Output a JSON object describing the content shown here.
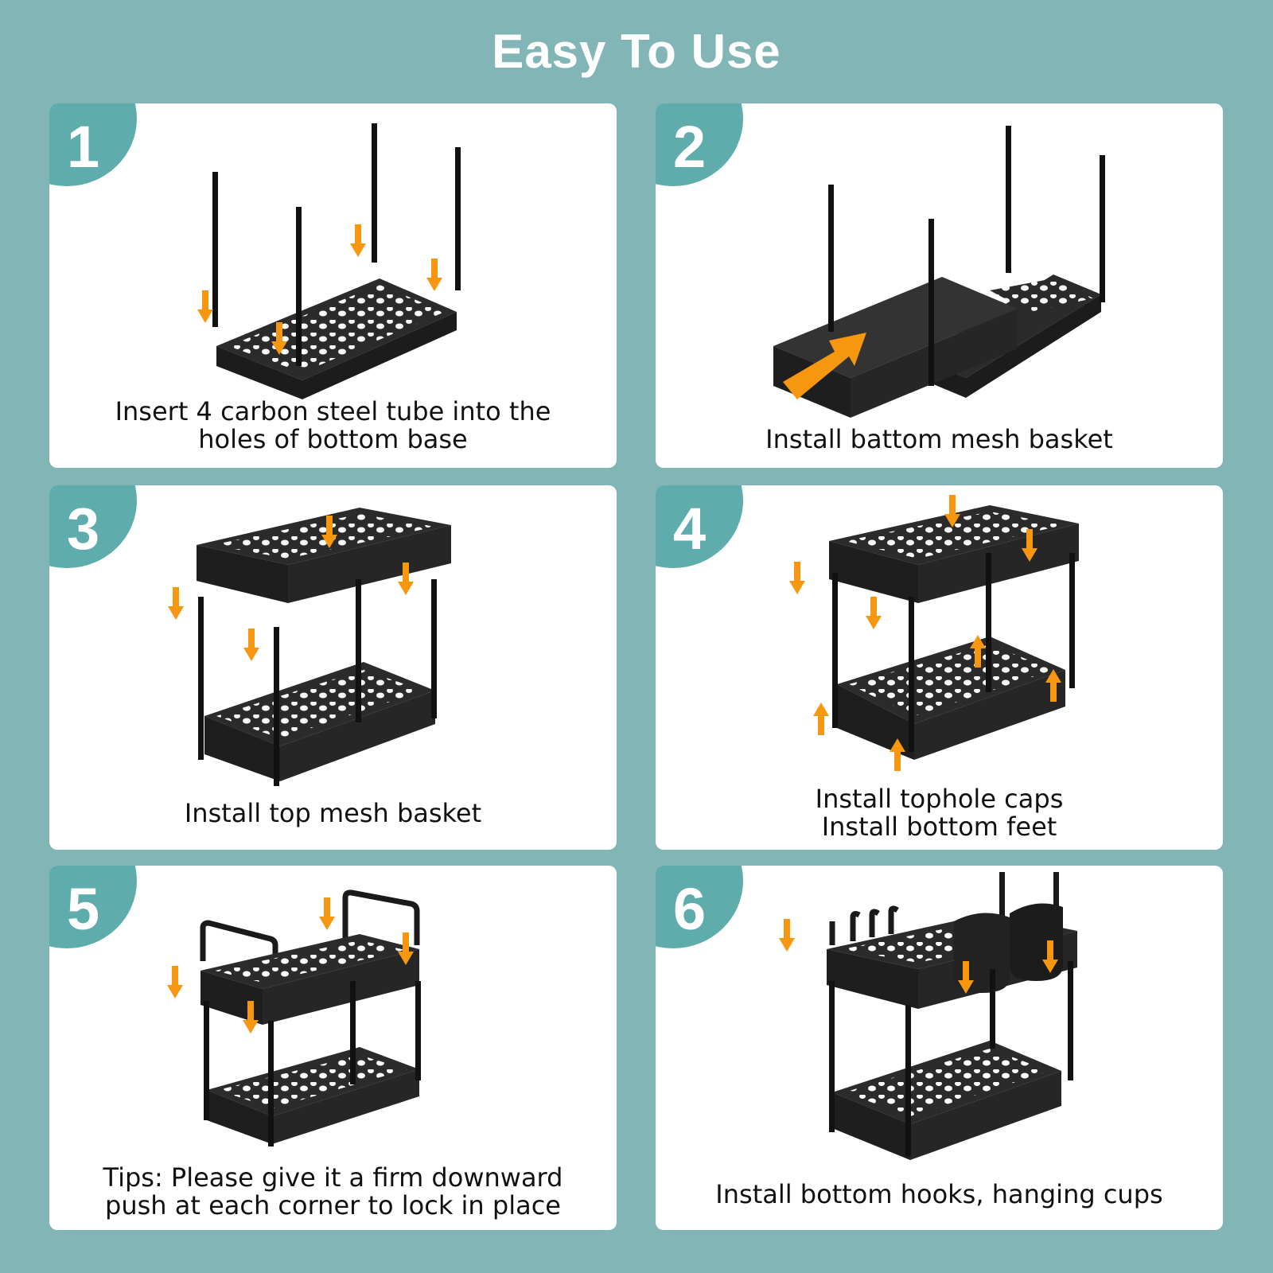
{
  "title": "Easy To Use",
  "icons": [
    "arrow-down-icon",
    "arrow-up-icon",
    "arrow-right-icon"
  ],
  "colors": {
    "background": "#82b6b6",
    "badge": "#5eacac",
    "arrow": "#f7960f",
    "product": "#2b2b2b"
  },
  "steps": [
    {
      "number": "1",
      "caption": [
        "Insert 4 carbon steel tube into the",
        "holes of bottom base"
      ]
    },
    {
      "number": "2",
      "caption": [
        "Install battom mesh basket"
      ]
    },
    {
      "number": "3",
      "caption": [
        "Install top mesh basket"
      ]
    },
    {
      "number": "4",
      "caption": [
        "Install tophole caps",
        "Install bottom feet"
      ]
    },
    {
      "number": "5",
      "caption": [
        "Tips: Please give it a firm downward",
        "push at each corner to lock in place"
      ]
    },
    {
      "number": "6",
      "caption": [
        "Install bottom hooks, hanging cups"
      ]
    }
  ]
}
